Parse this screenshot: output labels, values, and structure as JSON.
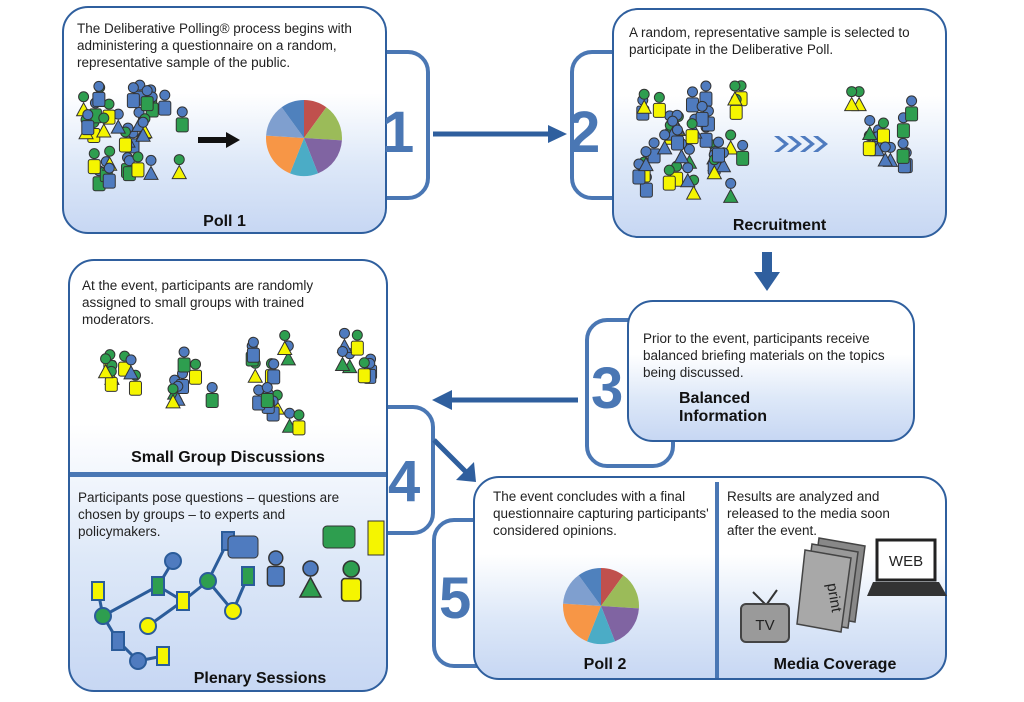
{
  "steps": [
    {
      "number": "1",
      "desc": "The Deliberative Polling® process begins with administering a questionnaire on a random, representative sample of the public.",
      "label": "Poll 1"
    },
    {
      "number": "2",
      "desc": "A random, representative sample is selected to participate in the Deliberative Poll.",
      "label": "Recruitment"
    },
    {
      "number": "3",
      "desc": "Prior to the event, participants receive balanced briefing materials on the topics being discussed.",
      "label": "Balanced Information"
    },
    {
      "number": "4",
      "desc_a": "At the event, participants are randomly assigned to small groups with trained moderators.",
      "label_a": "Small Group Discussions",
      "desc_b": "Participants pose questions – questions are chosen by groups – to experts and policymakers.",
      "label_b": "Plenary Sessions"
    },
    {
      "number": "5",
      "desc_a": "The event concludes with a final questionnaire capturing participants' considered opinions.",
      "label_a": "Poll 2",
      "desc_b": "Results are analyzed and released to the media soon after the event.",
      "label_b": "Media Coverage"
    }
  ],
  "media": {
    "tv": "TV",
    "print": "print",
    "web": "WEB"
  },
  "colors": {
    "border": "#2f5f9e",
    "accent": "#4a77b4",
    "person_blue": "#4f7bbf",
    "person_green": "#2e9e4f",
    "person_yellow": "#f5f500"
  }
}
